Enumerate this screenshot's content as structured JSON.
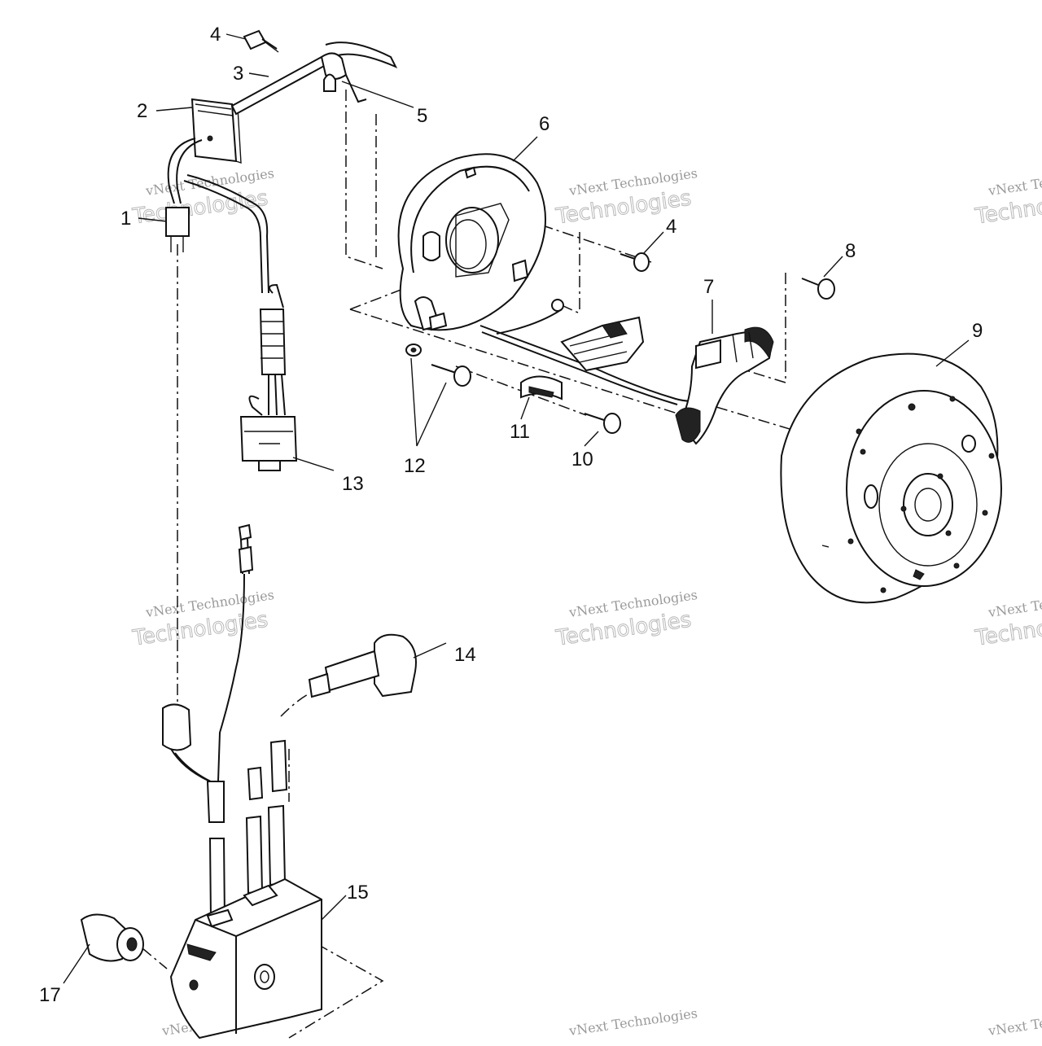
{
  "diagram": {
    "callouts": [
      "1",
      "2",
      "3",
      "4",
      "5",
      "6",
      "4",
      "8",
      "7",
      "9",
      "11",
      "12",
      "10",
      "13",
      "14",
      "15",
      "17"
    ],
    "watermark": {
      "line1": "vNext Technologies",
      "line2": "Technologies"
    }
  }
}
